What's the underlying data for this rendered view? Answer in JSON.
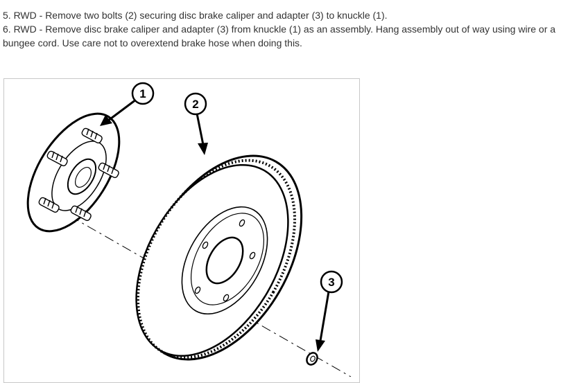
{
  "instructions": {
    "step5": " 5. RWD - Remove two bolts (2) securing disc brake caliper and adapter (3) to knuckle (1).",
    "step6": " 6. RWD - Remove disc brake caliper and adapter (3) from knuckle (1) as an assembly. Hang assembly out of way using wire or a bungee cord. Use care not to overextend brake hose when doing this."
  },
  "figure": {
    "callouts": [
      "1",
      "2",
      "3"
    ]
  }
}
